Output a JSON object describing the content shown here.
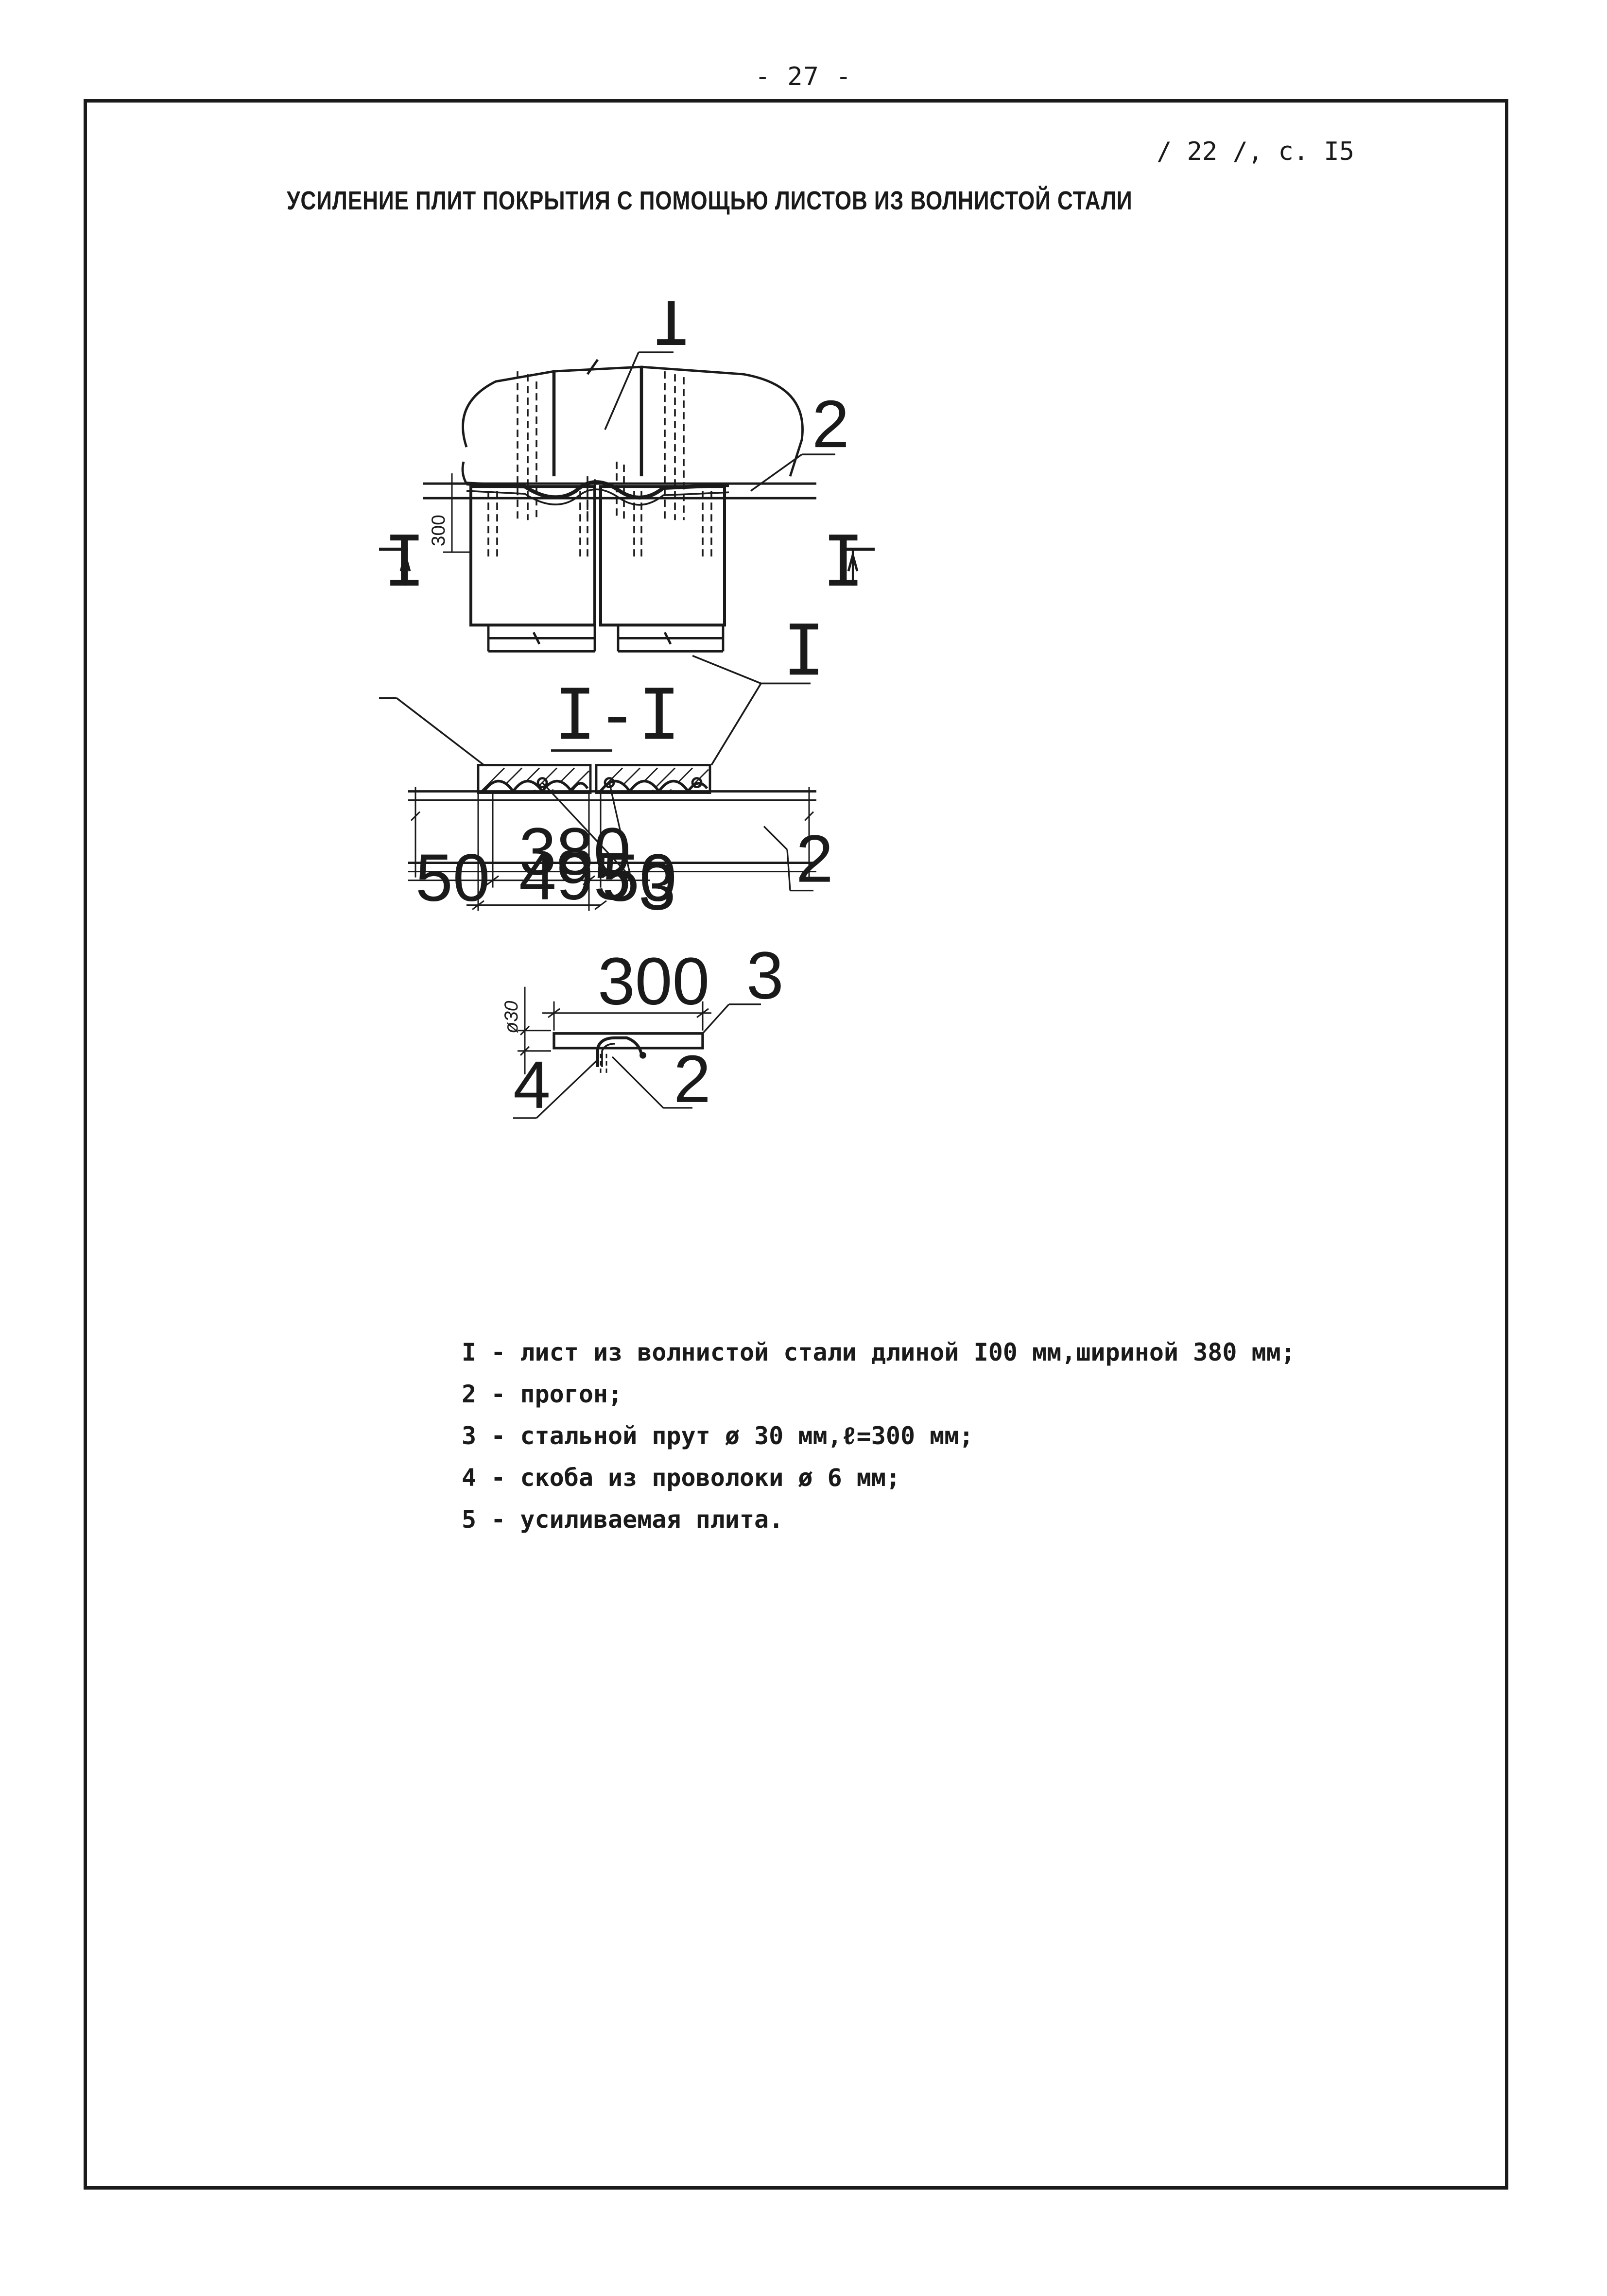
{
  "header": {
    "page_number": "- 27 -",
    "reference": "/ 22 /, с. I5",
    "title": "УСИЛЕНИЕ ПЛИТ ПОКРЫТИЯ С ПОМОЩЬЮ ЛИСТОВ ИЗ ВОЛНИСТОЙ СТАЛИ"
  },
  "drawing": {
    "callouts": {
      "sheet": "I",
      "purlin": "2",
      "rod": "3",
      "bracket": "4"
    },
    "section_mark": "I",
    "section_title": "I-I",
    "dimensions": {
      "height": "300",
      "edge_left": "50",
      "sheet_width": "380",
      "edge_right": "50",
      "total_width": "495",
      "rod_length": "300",
      "rod_diameter": "ø30"
    }
  },
  "legend": {
    "items": [
      "I - лист из волнистой стали длиной I00 мм,шириной 380 мм;",
      "2 - прогон;",
      "3 - стальной прут ø 30 мм,ℓ=300 мм;",
      "4 - скоба из проволоки ø 6 мм;",
      "5 - усиливаемая плита."
    ]
  }
}
